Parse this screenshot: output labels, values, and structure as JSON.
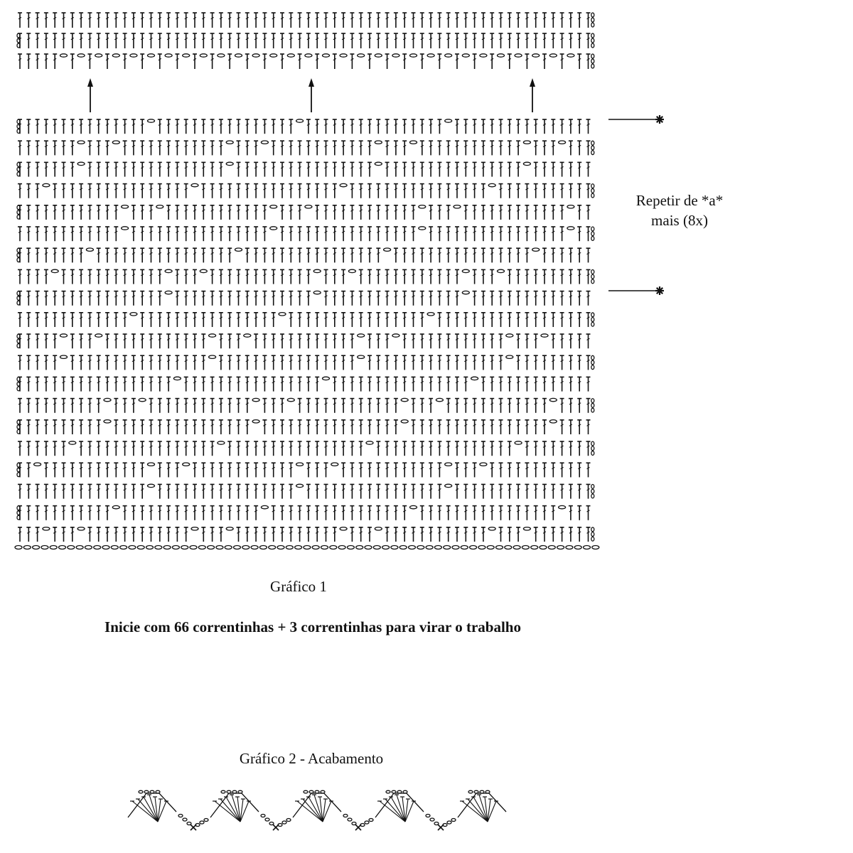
{
  "chart1": {
    "title": "Gráfico 1",
    "instruction": "Inicie com 66 correntinhas + 3 correntinhas para virar o trabalho",
    "repeat_line1": "Repetir de *a*",
    "repeat_line2": "mais (8x)",
    "foundation_chains": 66,
    "turning_chains": 3,
    "repeat_count": 8,
    "main_rows": 20,
    "top_rows": 3,
    "repeat_arrows": 3
  },
  "chart2": {
    "title": "Gráfico 2 - Acabamento",
    "fans": 5
  },
  "symbols": {
    "double_crochet": "T-stitch",
    "chain": "oval",
    "marker": "asterisk"
  },
  "colors": {
    "ink": "#111111",
    "background": "#ffffff"
  }
}
